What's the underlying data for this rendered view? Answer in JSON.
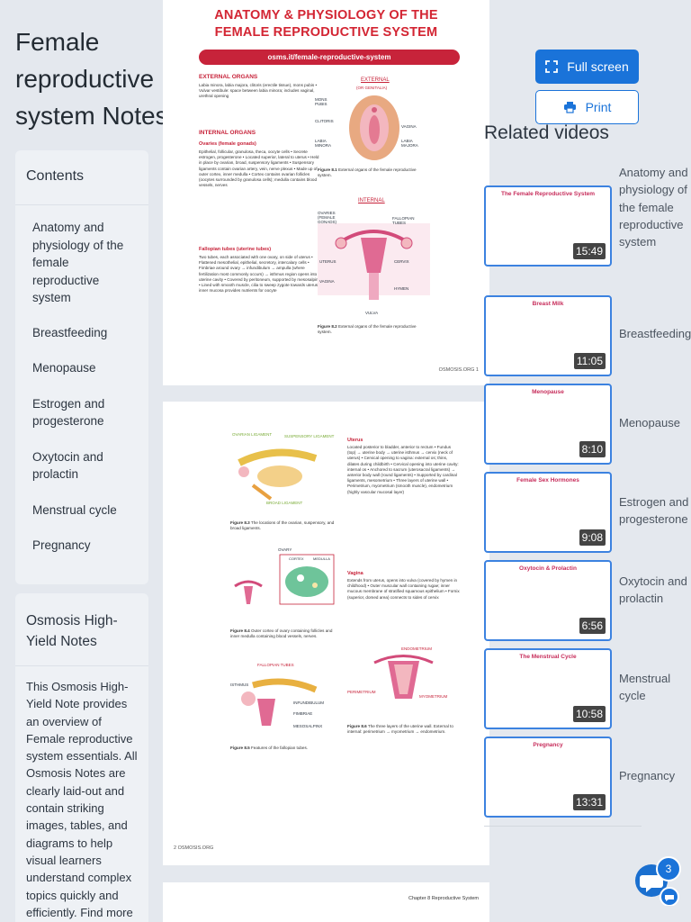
{
  "page": {
    "title": "Female reproductive system Notes"
  },
  "toc": {
    "heading": "Contents",
    "items": [
      "Anatomy and physiology of the female reproductive system",
      "Breastfeeding",
      "Menopause",
      "Estrogen and progesterone",
      "Oxytocin and prolactin",
      "Menstrual cycle",
      "Pregnancy"
    ]
  },
  "high_yield": {
    "heading": "Osmosis High-Yield Notes",
    "text": "This Osmosis High-Yield Note provides an overview of Female reproductive system essentials. All Osmosis Notes are clearly laid-out and contain striking images, tables, and diagrams to help visual learners understand complex topics quickly and efficiently. Find more"
  },
  "buttons": {
    "fullscreen": "Full screen",
    "print": "Print"
  },
  "related": {
    "title": "Related videos",
    "videos": [
      {
        "label": "Anatomy and physiology of the female reproductive system",
        "duration": "15:49",
        "thumb_title": "The Female Reproductive System"
      },
      {
        "label": "Breastfeeding",
        "duration": "11:05",
        "thumb_title": "Breast Milk"
      },
      {
        "label": "Menopause",
        "duration": "8:10",
        "thumb_title": "Menopause"
      },
      {
        "label": "Estrogen and progesterone",
        "duration": "9:08",
        "thumb_title": "Female Sex Hormones"
      },
      {
        "label": "Oxytocin and prolactin",
        "duration": "6:56",
        "thumb_title": "Oxytocin & Prolactin"
      },
      {
        "label": "Menstrual cycle",
        "duration": "10:58",
        "thumb_title": "The Menstrual Cycle"
      },
      {
        "label": "Pregnancy",
        "duration": "13:31",
        "thumb_title": "Pregnancy"
      }
    ]
  },
  "chat": {
    "badge_count": "3"
  },
  "document": {
    "page1": {
      "title_line1": "ANATOMY & PHYSIOLOGY OF THE",
      "title_line2": "FEMALE REPRODUCTIVE SYSTEM",
      "url": "osms.it/female-reproductive-system",
      "external_heading": "EXTERNAL ORGANS",
      "external_text": "Labia minora, labia majora, clitoris (erectile tissue), mons pubis • Vulvar vestibule: space between labia minora; includes vaginal, urethral opening",
      "internal_heading": "INTERNAL ORGANS",
      "ovaries_heading": "Ovaries (female gonads)",
      "ovaries_text": "Epithelial, follicular, granulosa, theca, oocyte cells • Secrete estrogen, progesterone • Located superior, lateral to uterus • Held in place by ovarian, broad, suspensory ligaments • Suspensory ligaments contain ovarian artery, vein, nerve plexus • Made up of outer cortex, inner medulla • Cortex contains ovarian follicles (oocytes surrounded by granulosa cells); medulla contains blood vessels, nerves",
      "tubes_heading": "Fallopian tubes (uterine tubes)",
      "tubes_text": "Two tubes, each associated with one ovary, on side of uterus • Flattened mesothelial, epithelial, secretory, intercalary cells • Fimbriae around ovary → infundibulum → ampulla (where fertilization most commonly occurs) → isthmus region opens into uterine cavity • Covered by peritoneum, supported by mesosalpinx • Lined with smooth muscle, cilia to sweep zygote towards uterus; inner mucosa provides nutrients for oocyte",
      "fig1_title": "EXTERNAL",
      "fig1_sub": "(OR GENITALIA)",
      "fig1_labels": [
        "MONS PUBIS",
        "CLITORIS",
        "LABIA MINORA",
        "VAGINA",
        "LABIA MAJORA"
      ],
      "fig1_caption_bold": "Figure 8.1",
      "fig1_caption": "External organs of the female reproductive system.",
      "fig2_title": "INTERNAL",
      "fig2_labels": [
        "OVARIES (FEMALE GONADS)",
        "FALLOPIAN TUBES",
        "UTERUS",
        "CERVIX",
        "VAGINA",
        "HYMEN",
        "VULVA"
      ],
      "fig2_caption_bold": "Figure 8.2",
      "fig2_caption": "External organs of the female reproductive system.",
      "footer": "OSMOSIS.ORG 1"
    },
    "page2": {
      "fig3_labels": [
        "OVARIAN LIGAMENT",
        "SUSPENSORY LIGAMENT",
        "BROAD LIGAMENT"
      ],
      "fig3_caption_bold": "Figure 8.3",
      "fig3_caption": "The locations of the ovarian, suspensory, and broad ligaments.",
      "fig4_labels": [
        "OVARY",
        "CORTEX",
        "MEDULLA"
      ],
      "fig4_caption_bold": "Figure 8.4",
      "fig4_caption": "Outer cortex of ovary containing follicles and inner medulla containing blood vessels, nerves.",
      "fig5_labels": [
        "FALLOPIAN TUBES",
        "ISTHMUS",
        "INFUNDIBULUM",
        "FIMBRIAE",
        "MESOSALPINX"
      ],
      "fig5_caption_bold": "Figure 8.5",
      "fig5_caption": "Features of the fallopian tubes.",
      "uterus_heading": "Uterus",
      "uterus_text": "Located posterior to bladder, anterior to rectum • Fundus (top) → uterine body → uterine isthmus → cervix (neck of uterus) • Cervical opening to vagina: external os; thins, dilates during childbirth • Cervical opening into uterine cavity: internal os • Anchored to sacrum (uterosacral ligaments) → anterior body wall (round ligaments) • Supported by cardinal ligaments, mesometrium • Three layers of uterine wall • Perimetrium, myometrium (smooth muscle), endometrium (highly vascular mucosal layer)",
      "vagina_heading": "Vagina",
      "vagina_text": "Extends from uterus, opens into vulva (covered by hymen in childhood) • Outer muscular wall containing rugae; inner mucous membrane of stratified squamous epithelium • Fornix (superior, domed area) connects to sides of cervix",
      "fig6_labels": [
        "ENDOMETRIUM",
        "PERIMETRIUM",
        "MYOMETRIUM"
      ],
      "fig6_caption_bold": "Figure 8.6",
      "fig6_caption": "The three layers of the uterine wall. External to internal: perimetrium → myometrium → endometrium.",
      "footer": "2 OSMOSIS.ORG"
    },
    "page3": {
      "chapter_label": "Chapter 8 Reproductive System"
    }
  }
}
